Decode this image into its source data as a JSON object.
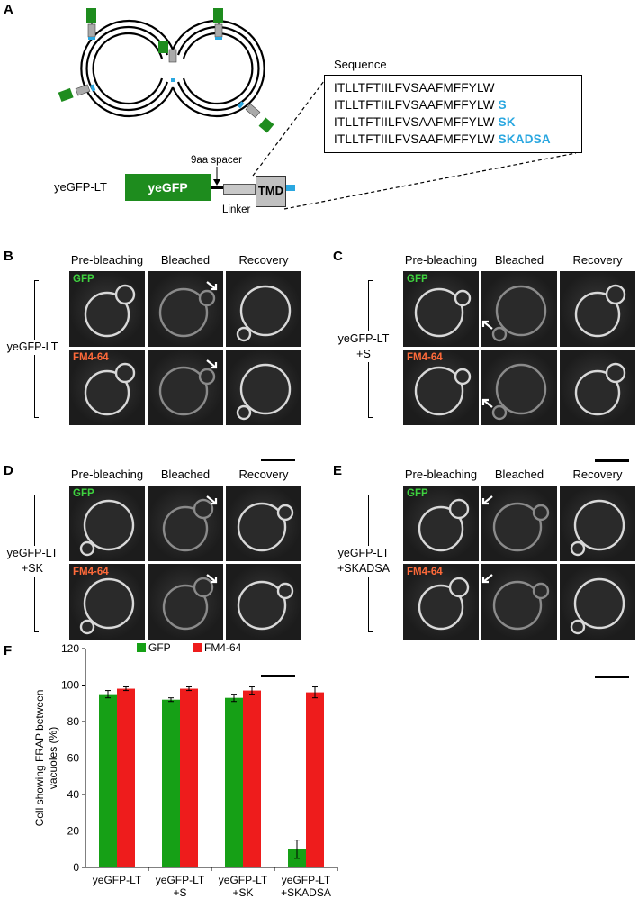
{
  "panels": {
    "A": "A",
    "B": "B",
    "C": "C",
    "D": "D",
    "E": "E",
    "F": "F"
  },
  "panelA": {
    "sequence_title": "Sequence",
    "sequence_base": "ITLLTFTIILFVSAAFMFFYLW",
    "sequence_extensions": [
      "",
      "S",
      "SK",
      "SKADSA"
    ],
    "construct_name": "yeGFP-LT",
    "gfp_label": "yeGFP",
    "tmd_label": "TMD",
    "spacer_label": "9aa spacer",
    "linker_label": "Linker",
    "colors": {
      "gfp": "#1e8c1e",
      "tmd": "#c0c0c0",
      "tag": "#2aa7e0"
    }
  },
  "columns": [
    "Pre-bleaching",
    "Bleached",
    "Recovery"
  ],
  "channels": {
    "gfp": "GFP",
    "fm": "FM4-64"
  },
  "microscopy_panels": [
    {
      "id": "B",
      "construct": [
        "yeGFP-LT"
      ]
    },
    {
      "id": "C",
      "construct": [
        "yeGFP-LT",
        "+S"
      ]
    },
    {
      "id": "D",
      "construct": [
        "yeGFP-LT",
        "+SK"
      ]
    },
    {
      "id": "E",
      "construct": [
        "yeGFP-LT",
        "+SKADSA"
      ]
    }
  ],
  "chart_data": {
    "type": "bar",
    "title": "",
    "xlabel": "",
    "ylabel": "Cell showing FRAP between vacuoles (%)",
    "ylabel_lines": [
      "Cell showing FRAP between",
      "vacuoles (%)"
    ],
    "ylim": [
      0,
      120
    ],
    "yticks": [
      "0",
      "20",
      "40",
      "60",
      "80",
      "100",
      "120"
    ],
    "categories": [
      "yeGFP-LT",
      "yeGFP-LT +S",
      "yeGFP-LT +SK",
      "yeGFP-LT +SKADSA"
    ],
    "category_lines": [
      [
        "yeGFP-LT"
      ],
      [
        "yeGFP-LT",
        "+S"
      ],
      [
        "yeGFP-LT",
        "+SK"
      ],
      [
        "yeGFP-LT",
        "+SKADSA"
      ]
    ],
    "series": [
      {
        "name": "GFP",
        "color": "#16a016",
        "values": [
          95,
          92,
          93,
          10
        ],
        "errors": [
          2,
          1,
          2,
          5
        ]
      },
      {
        "name": "FM4-64",
        "color": "#ee1c1c",
        "values": [
          98,
          98,
          97,
          96
        ],
        "errors": [
          1,
          1,
          2,
          3
        ]
      }
    ],
    "legend_position": "top",
    "grid": false
  }
}
